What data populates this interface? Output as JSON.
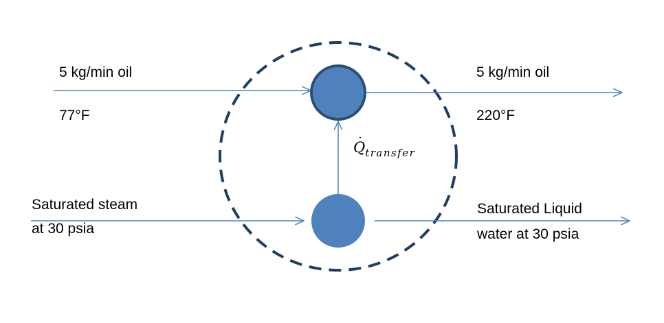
{
  "inlet_oil": {
    "flow": "5 kg/min oil",
    "temperature": "77°F"
  },
  "outlet_oil": {
    "flow": "5 kg/min oil",
    "temperature": "220°F"
  },
  "inlet_steam": {
    "line1": "Saturated steam",
    "line2": "at 30 psia"
  },
  "outlet_water": {
    "line1": "Saturated Liquid",
    "line2": "water at 30 psia"
  },
  "heat_transfer": {
    "symbol": "Q",
    "dot": "˙",
    "subscript": "transfer"
  },
  "colors": {
    "line": "#4f81bd",
    "node_fill": "#4f81bd",
    "node_stroke": "#2c4d75",
    "boundary": "#1f3e64"
  }
}
